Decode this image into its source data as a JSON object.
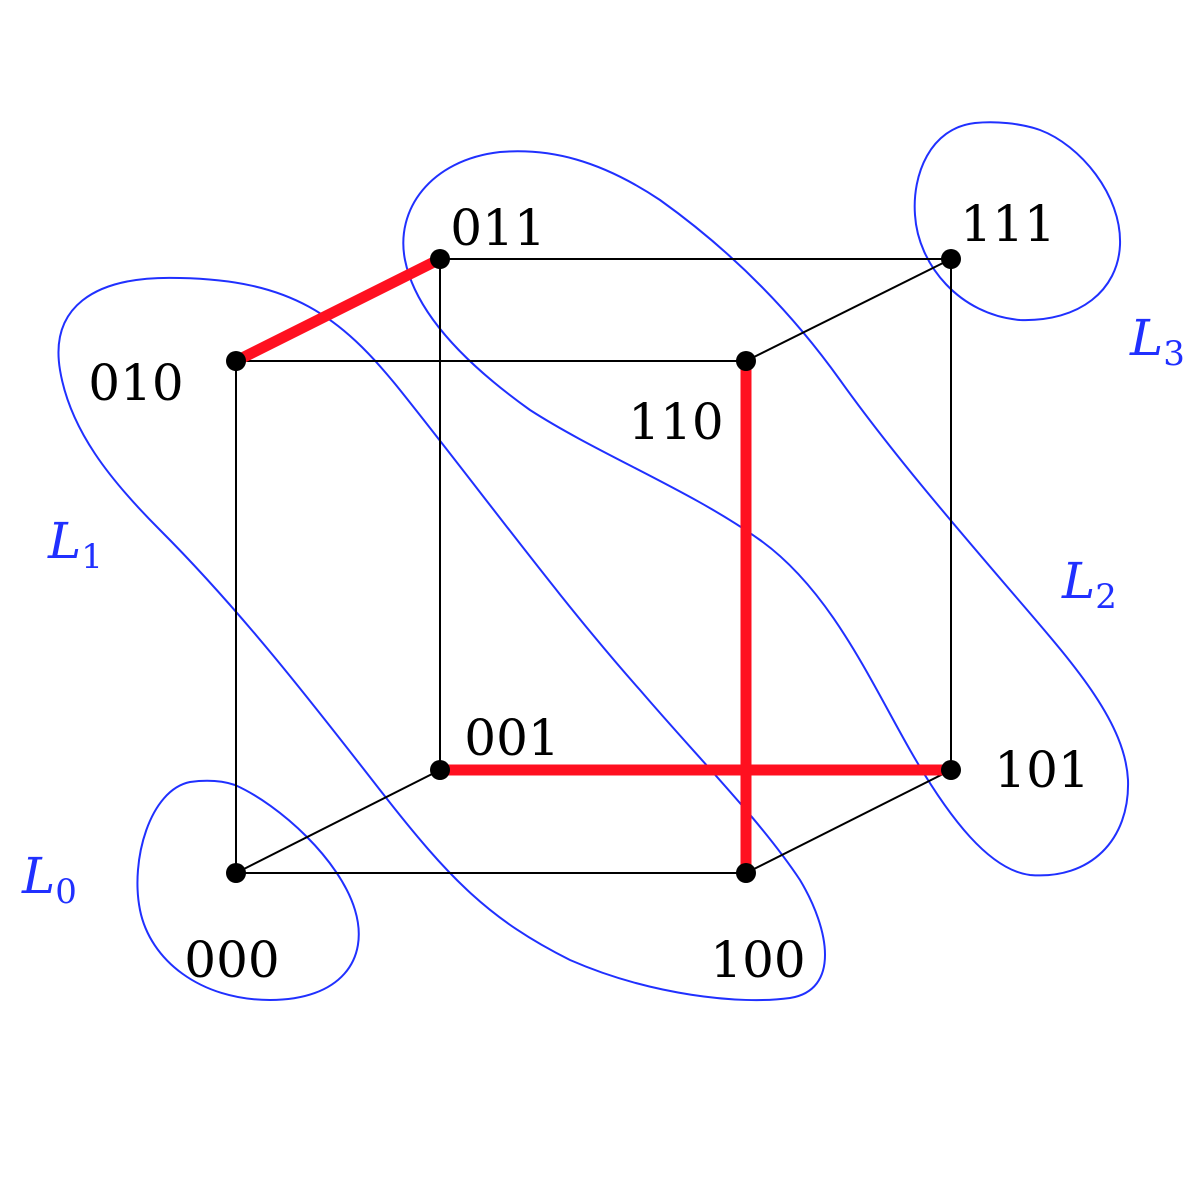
{
  "title": "3-cube levels diagram",
  "colors": {
    "edge": "#000000",
    "highlight": "#ff1020",
    "level": "#2030ff",
    "vertex": "#000000"
  },
  "vertices": [
    {
      "id": "000",
      "label": "000"
    },
    {
      "id": "100",
      "label": "100"
    },
    {
      "id": "001",
      "label": "001"
    },
    {
      "id": "101",
      "label": "101"
    },
    {
      "id": "010",
      "label": "010"
    },
    {
      "id": "110",
      "label": "110"
    },
    {
      "id": "011",
      "label": "011"
    },
    {
      "id": "111",
      "label": "111"
    }
  ],
  "edges": [
    [
      "000",
      "100"
    ],
    [
      "000",
      "001"
    ],
    [
      "000",
      "010"
    ],
    [
      "100",
      "101"
    ],
    [
      "100",
      "110"
    ],
    [
      "001",
      "101"
    ],
    [
      "001",
      "011"
    ],
    [
      "010",
      "110"
    ],
    [
      "010",
      "011"
    ],
    [
      "110",
      "111"
    ],
    [
      "101",
      "111"
    ],
    [
      "011",
      "111"
    ]
  ],
  "highlighted_edges": [
    [
      "010",
      "011"
    ],
    [
      "110",
      "100"
    ],
    [
      "001",
      "101"
    ]
  ],
  "levels": [
    {
      "name": "L",
      "sub": "0",
      "members": [
        "000"
      ]
    },
    {
      "name": "L",
      "sub": "1",
      "members": [
        "010",
        "001",
        "100"
      ]
    },
    {
      "name": "L",
      "sub": "2",
      "members": [
        "011",
        "110",
        "101"
      ]
    },
    {
      "name": "L",
      "sub": "3",
      "members": [
        "111"
      ]
    }
  ]
}
